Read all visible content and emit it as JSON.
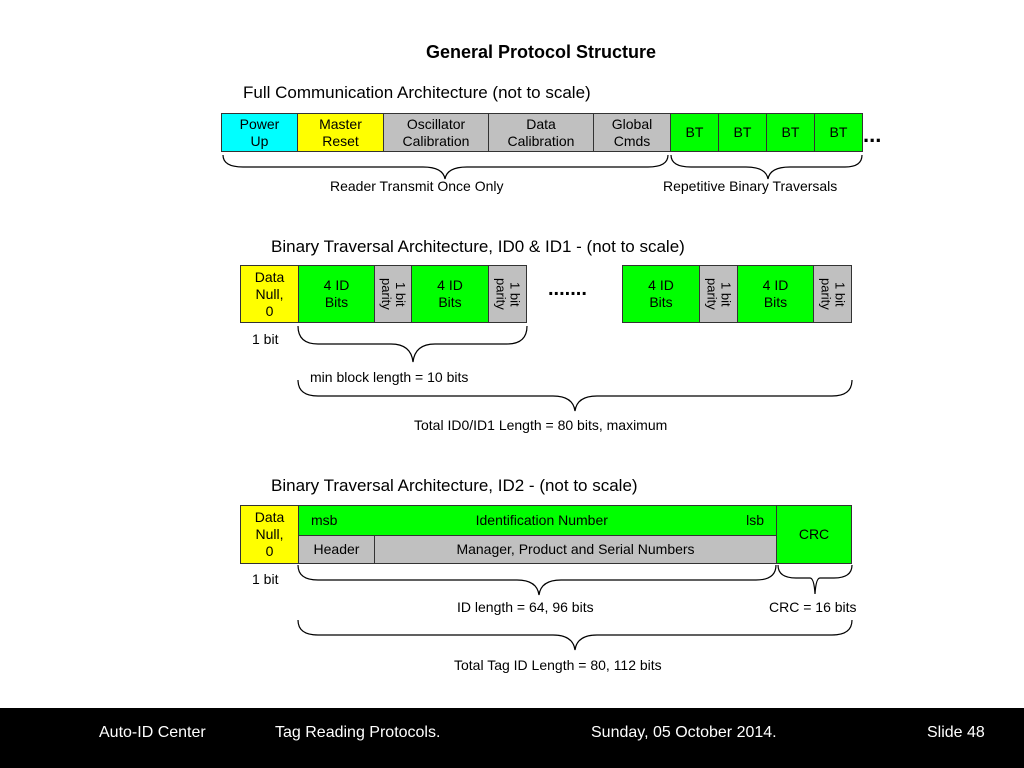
{
  "title": "General Protocol Structure",
  "section1": {
    "heading": "Full Communication Architecture (not to scale)",
    "cells": [
      {
        "text": "Power\nUp",
        "color": "#00ffff"
      },
      {
        "text": "Master\nReset",
        "color": "#ffff00"
      },
      {
        "text": "Oscillator\nCalibration",
        "color": "#c0c0c0"
      },
      {
        "text": "Data\nCalibration",
        "color": "#c0c0c0"
      },
      {
        "text": "Global\nCmds",
        "color": "#c0c0c0"
      },
      {
        "text": "BT",
        "color": "#00ff00"
      },
      {
        "text": "BT",
        "color": "#00ff00"
      },
      {
        "text": "BT",
        "color": "#00ff00"
      },
      {
        "text": "BT",
        "color": "#00ff00"
      }
    ],
    "ellipsis": "...",
    "brace_left_label": "Reader Transmit Once Only",
    "brace_right_label": "Repetitive Binary  Traversals"
  },
  "section2": {
    "heading": "Binary Traversal Architecture, ID0 & ID1 - (not to scale)",
    "data_null": "Data\nNull,\n0",
    "id_bits": "4 ID\nBits",
    "parity": "1 bit\nparity",
    "ellipsis": ".......",
    "one_bit": "1 bit",
    "min_block": "min block length = 10 bits",
    "total": "Total ID0/ID1 Length = 80 bits, maximum"
  },
  "section3": {
    "heading": "Binary Traversal Architecture, ID2 - (not to scale)",
    "data_null": "Data\nNull,\n0",
    "msb": "msb",
    "id_number": "Identification Number",
    "lsb": "lsb",
    "header": "Header",
    "manager": "Manager, Product and Serial Numbers",
    "crc": "CRC",
    "one_bit": "1 bit",
    "id_length": "ID length = 64, 96  bits",
    "crc_length": "CRC = 16 bits",
    "total": "Total Tag ID Length = 80, 112 bits"
  },
  "footer": {
    "org": "Auto-ID Center",
    "topic": "Tag Reading Protocols.",
    "date": "Sunday, 05 October 2014.",
    "slide": "Slide 48"
  },
  "colors": {
    "cyan": "#00ffff",
    "yellow": "#ffff00",
    "gray": "#c0c0c0",
    "green": "#00ff00"
  }
}
